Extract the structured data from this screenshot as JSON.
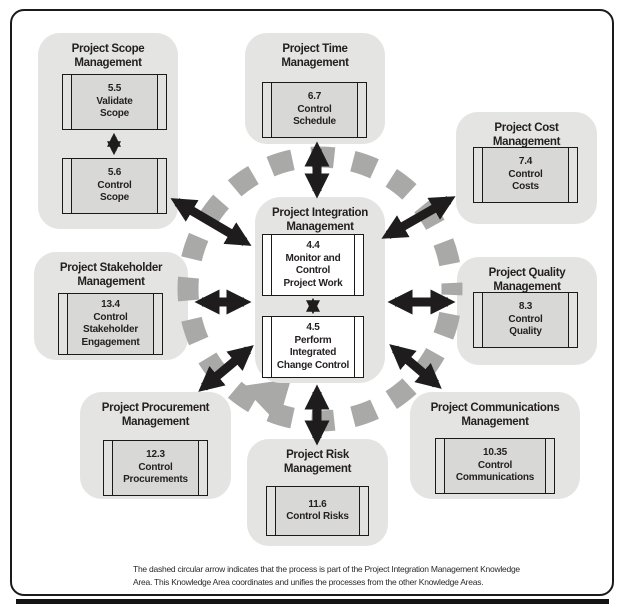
{
  "areas": {
    "scope": {
      "title": "Project Scope\nManagement",
      "processes": [
        {
          "num": "5.5",
          "name": "Validate\nScope"
        },
        {
          "num": "5.6",
          "name": "Control\nScope"
        }
      ]
    },
    "time": {
      "title": "Project Time\nManagement",
      "processes": [
        {
          "num": "6.7",
          "name": "Control\nSchedule"
        }
      ]
    },
    "cost": {
      "title": "Project Cost\nManagement",
      "processes": [
        {
          "num": "7.4",
          "name": "Control\nCosts"
        }
      ]
    },
    "stakeholder": {
      "title": "Project Stakeholder\nManagement",
      "processes": [
        {
          "num": "13.4",
          "name": "Control\nStakeholder\nEngagement"
        }
      ]
    },
    "quality": {
      "title": "Project Quality\nManagement",
      "processes": [
        {
          "num": "8.3",
          "name": "Control\nQuality"
        }
      ]
    },
    "procurement": {
      "title": "Project Procurement\nManagement",
      "processes": [
        {
          "num": "12.3",
          "name": "Control\nProcurements"
        }
      ]
    },
    "risk": {
      "title": "Project Risk\nManagement",
      "processes": [
        {
          "num": "11.6",
          "name": "Control Risks"
        }
      ]
    },
    "communications": {
      "title": "Project Communications\nManagement",
      "processes": [
        {
          "num": "10.35",
          "name": "Control\nCommunications"
        }
      ]
    },
    "integration": {
      "title": "Project Integration\nManagement",
      "processes": [
        {
          "num": "4.4",
          "name": "Monitor and\nControl\nProject Work"
        },
        {
          "num": "4.5",
          "name": "Perform\nIntegrated\nChange Control"
        }
      ]
    }
  },
  "footer": {
    "note": "The dashed circular arrow indicates that the process is part of the Project Integration Management Knowledge\nArea. This Knowledge Area coordinates and unifies the processes from the other Knowledge Areas."
  },
  "colors": {
    "container_gray": "#e4e4e2",
    "process_box_gray": "#d8d8d6",
    "dashed_circle_gray": "#a9a9a7",
    "arrow_black": "#1e1c1d",
    "ink": "#231f20"
  }
}
